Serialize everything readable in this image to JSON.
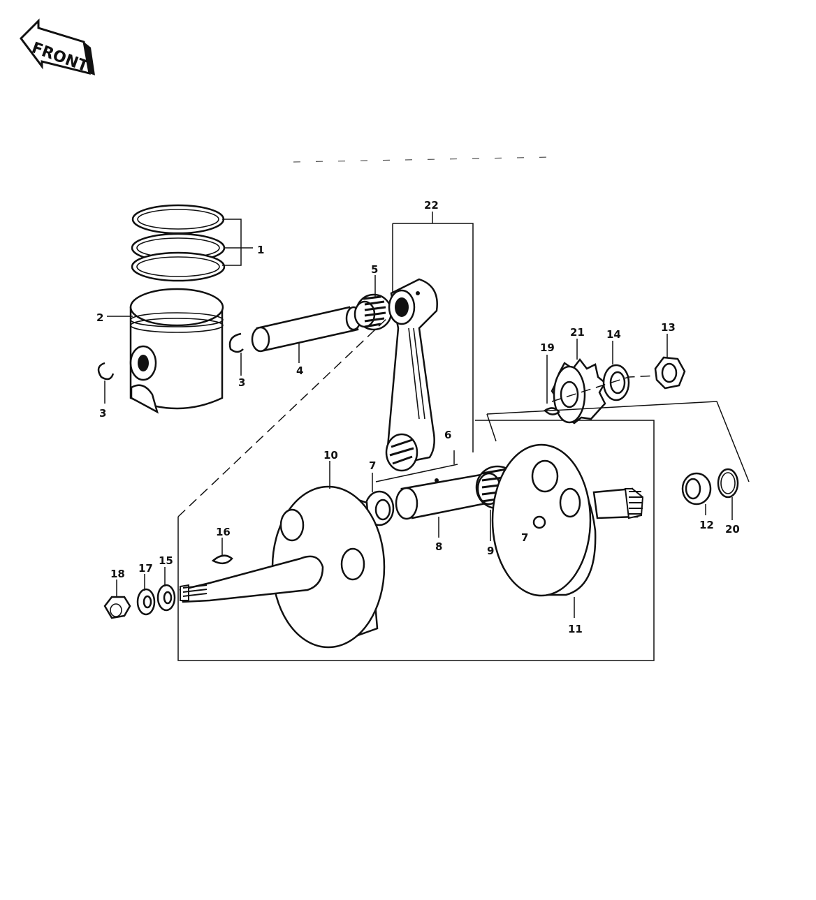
{
  "front_badge": {
    "label": "FRONT"
  },
  "callouts": {
    "c1": "1",
    "c2": "2",
    "c3a": "3",
    "c3b": "3",
    "c4": "4",
    "c5": "5",
    "c6": "6",
    "c7a": "7",
    "c7b": "7",
    "c8": "8",
    "c9": "9",
    "c10": "10",
    "c11": "11",
    "c12": "12",
    "c13": "13",
    "c14": "14",
    "c15": "15",
    "c16": "16",
    "c17": "17",
    "c18": "18",
    "c19": "19",
    "c20": "20",
    "c21": "21",
    "c22": "22"
  }
}
